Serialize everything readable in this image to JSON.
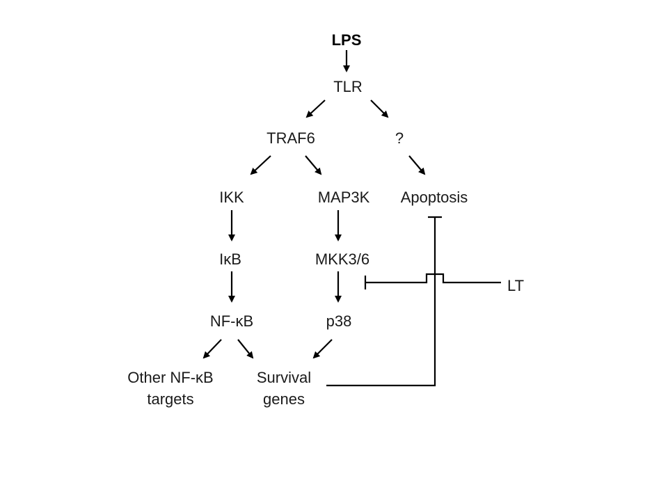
{
  "nodes": {
    "lps": "LPS",
    "tlr": "TLR",
    "traf6": "TRAF6",
    "unknown": "?",
    "ikk": "IKK",
    "map3k": "MAP3K",
    "apoptosis": "Apoptosis",
    "ikb_prefix": "I",
    "ikb_greek": "κ",
    "ikb_suffix": "B",
    "mkk": "MKK3/6",
    "lt": "LT",
    "nfkb_prefix": "NF-",
    "nfkb_greek": "κ",
    "nfkb_suffix": "B",
    "p38": "p38",
    "other_line1_prefix": "Other NF-",
    "other_line1_greek": "κ",
    "other_line1_suffix": "B",
    "other_line2": "targets",
    "survival_line1": "Survival",
    "survival_line2": "genes"
  }
}
